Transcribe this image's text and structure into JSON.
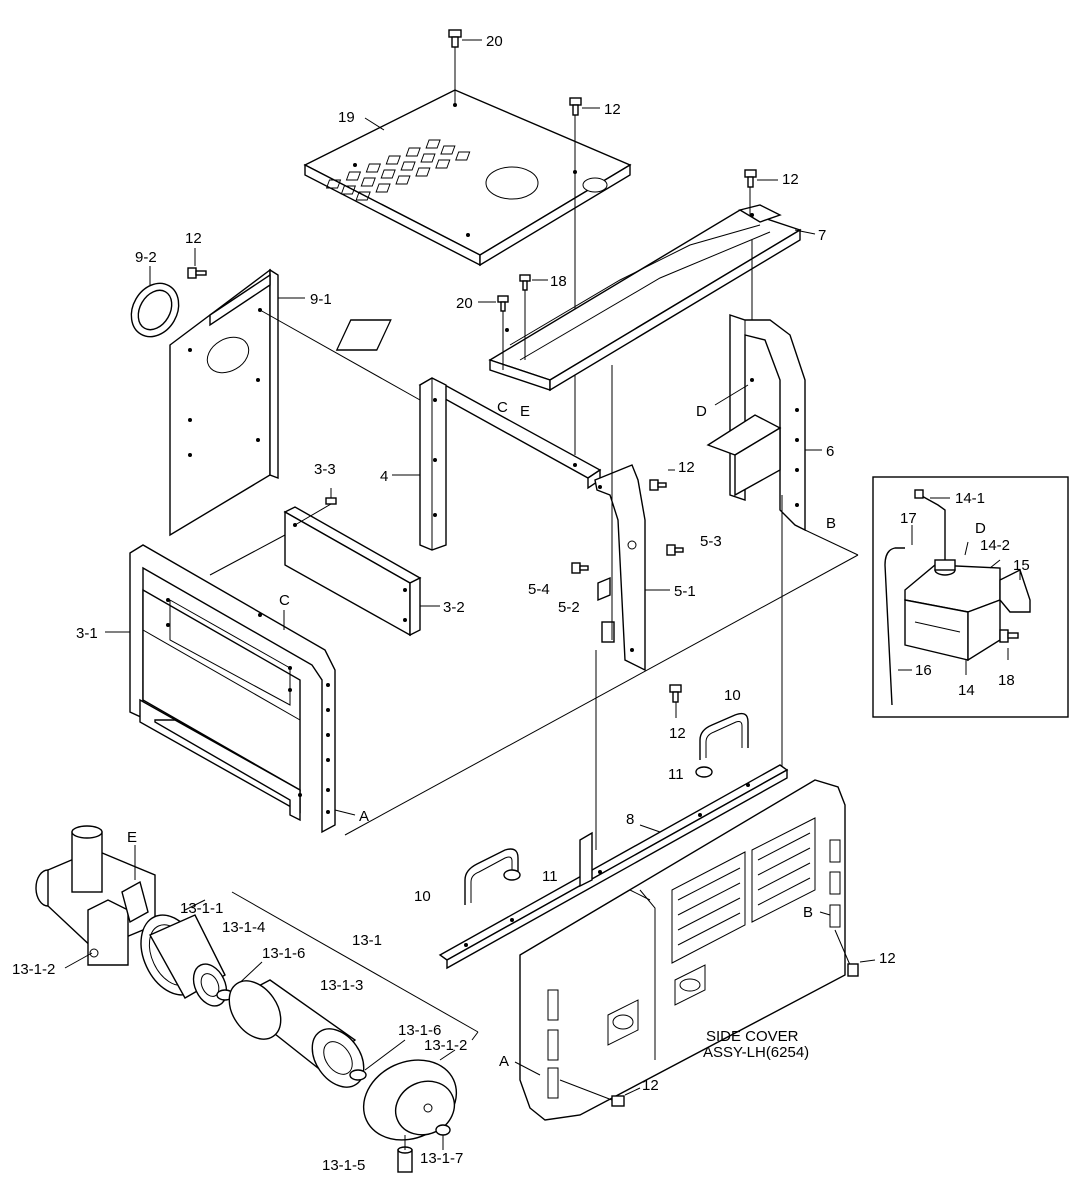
{
  "labels": {
    "20a": "20",
    "12a": "12",
    "19": "19",
    "12b": "12",
    "7": "7",
    "12c": "12",
    "9-2": "9-2",
    "9-1": "9-1",
    "18a": "18",
    "20b": "20",
    "C1": "C",
    "E1": "E",
    "D1": "D",
    "4": "4",
    "6": "6",
    "12d": "12",
    "3-3": "3-3",
    "5-3": "5-3",
    "B1": "B",
    "5-4": "5-4",
    "5-1": "5-1",
    "5-2": "5-2",
    "3-2": "3-2",
    "C2": "C",
    "3-1": "3-1",
    "A1": "A",
    "12e": "12",
    "10a": "10",
    "11a": "11",
    "8": "8",
    "10b": "10",
    "11b": "11",
    "B2": "B",
    "12f": "12",
    "E2": "E",
    "13-1-1": "13-1-1",
    "13-1-4": "13-1-4",
    "13-1": "13-1",
    "13-1-2a": "13-1-2",
    "13-1-6a": "13-1-6",
    "13-1-3": "13-1-3",
    "13-1-6b": "13-1-6",
    "13-1-2b": "13-1-2",
    "A2": "A",
    "12g": "12",
    "13-1-5": "13-1-5",
    "13-1-7": "13-1-7",
    "14-1": "14-1",
    "17": "17",
    "D2": "D",
    "14-2": "14-2",
    "15": "15",
    "16": "16",
    "14": "14",
    "18b": "18"
  },
  "side_cover": {
    "line1": "SIDE COVER",
    "line2": "ASSY-LH(6254)"
  }
}
